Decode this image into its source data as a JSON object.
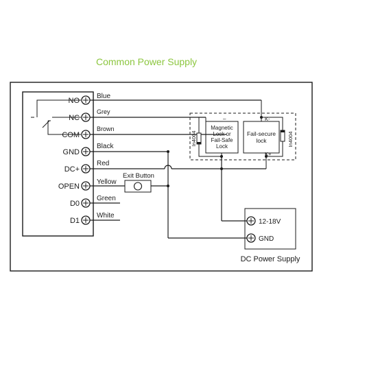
{
  "title": "Common Power Supply",
  "terminals": [
    {
      "id": "no",
      "label": "NO",
      "wire": "Blue"
    },
    {
      "id": "nc",
      "label": "NC",
      "wire": "Grey"
    },
    {
      "id": "com",
      "label": "COM",
      "wire": "Brown"
    },
    {
      "id": "gnd",
      "label": "GND",
      "wire": "Black"
    },
    {
      "id": "dcplus",
      "label": "DC+",
      "wire": "Red"
    },
    {
      "id": "open",
      "label": "OPEN",
      "wire": "Yellow"
    },
    {
      "id": "d0",
      "label": "D0",
      "wire": "Green"
    },
    {
      "id": "d1",
      "label": "D1",
      "wire": "White"
    }
  ],
  "exit_button": "Exit Button",
  "locks": {
    "magnetic": [
      "Magnetic",
      "Lock or",
      "Fail-Safe",
      "Lock"
    ],
    "failsecure": [
      "Fail-secure",
      "lock"
    ],
    "diode": "In4004",
    "minus": "–",
    "plus": "+",
    "k_minus": "K-",
    "k_plus": "K+"
  },
  "power_supply": {
    "v_label": "12-18V",
    "gnd_label": "GND",
    "caption": "DC Power Supply"
  }
}
